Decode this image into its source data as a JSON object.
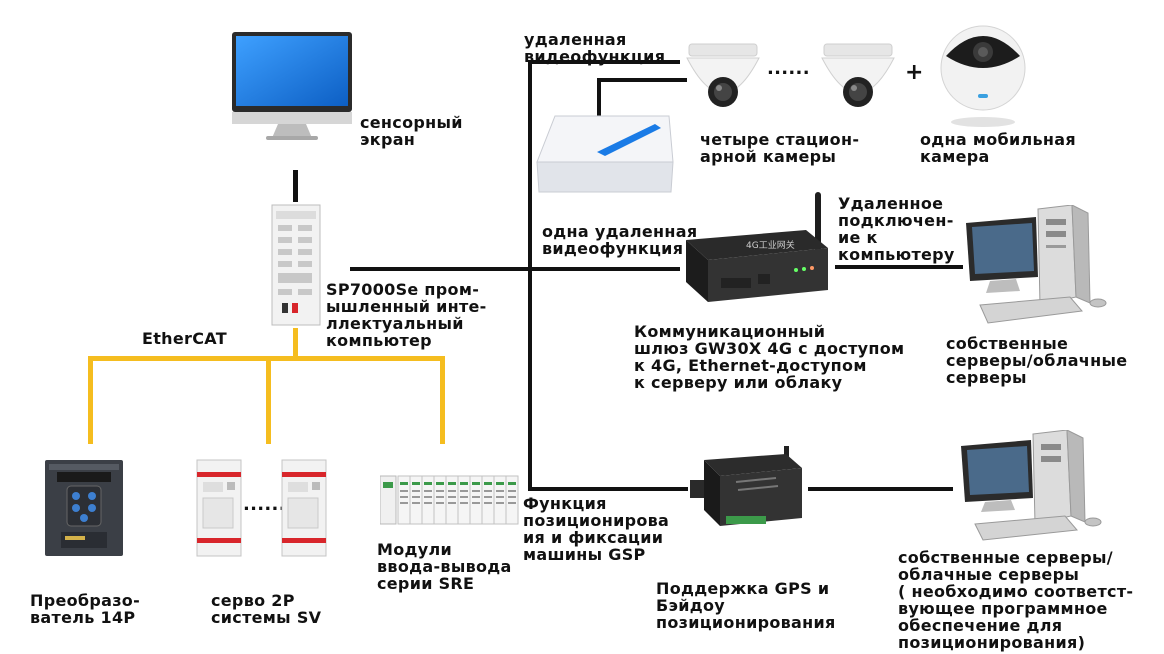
{
  "labels": {
    "touchscreen": "сенсорный\nэкран",
    "remote_video_top": "удаленная\nвидеофункция",
    "fixed_cameras": "четыре стацион-\nарной камеры",
    "mobile_camera": "одна мобильная\nкамера",
    "remote_video_one": "одна удаленная\nвидеофункция",
    "remote_pc": "Удаленное\nподключен-\nие к\nкомпьютеру",
    "sp7000": "SP7000Se пром-\nышленный инте-\nллектуальный\nкомпьютер",
    "ethercat": "EtherCAT",
    "gateway": "Коммуникационный\nшлюз GW30X 4G с доступом\nк 4G, Ethernet-доступом\nк серверу или облаку",
    "own_servers_1": "собственные\nсерверы/облачные\nсерверы",
    "gsp": "Функция\nпозиционирова\nия и фиксации\nмашины GSP",
    "gps": "Поддержка GPS и\nБэйдоу\nпозиционирования",
    "own_servers_2": "собственные серверы/\nоблачные серверы\n( необходимо соответст-\nвующее программное\nобеспечение для\nпозиционирования)",
    "inverter": "Преобразо-\nватель 14P",
    "servo": "серво 2P\nсистемы SV",
    "io_modules": "Модули\nввода-вывода\nсерии SRE"
  },
  "glyphs": {
    "dots_cameras": "......",
    "plus": "+",
    "dots_servo": "......",
    "gateway_brand": "4G工业网关"
  },
  "colors": {
    "line": "#111111",
    "ethercat_bus": "#f5bd1f",
    "screen_blue": "#1a7be6",
    "module_red": "#d8262b",
    "module_green": "#3c9a4a"
  }
}
